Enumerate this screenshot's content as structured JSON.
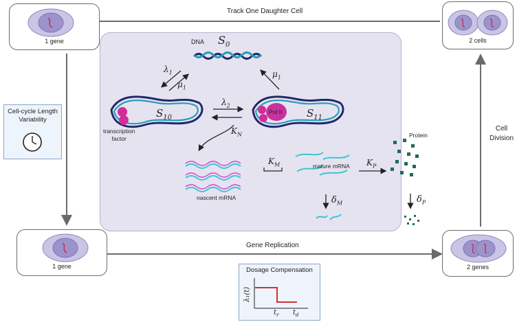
{
  "flow_labels": {
    "track_daughter": "Track One Daughter Cell",
    "gene_replication": "Gene Replication",
    "cell_division": "Cell\nDivision"
  },
  "cells": {
    "top_left": "1 gene",
    "top_right": "2 cells",
    "bottom_left": "1 gene",
    "bottom_right": "2 genes"
  },
  "variability_box": {
    "title": "Cell-cycle Length\nVariability"
  },
  "dosage_box": {
    "title": "Dosage Compensation",
    "y_axis": "λ₁(t)",
    "x_tick_1": "t",
    "x_tick_1_sub": "r",
    "x_tick_2": "t",
    "x_tick_2_sub": "d"
  },
  "states": {
    "s0": "S",
    "s0_sub": "0",
    "s10": "S",
    "s10_sub": "10",
    "s11": "S",
    "s11_sub": "11"
  },
  "labels": {
    "dna": "DNA",
    "tf": "transcription\nfactor",
    "pol2": "Pol II",
    "nascent": "nascent mRNA",
    "mature": "mature mRNA",
    "protein": "Protein"
  },
  "rates": {
    "lambda1": "λ",
    "lambda1_sub": "1",
    "mu1_left": "μ",
    "mu1_left_sub": "1",
    "mu1_right": "μ",
    "mu1_right_sub": "1",
    "lambda2": "λ",
    "lambda2_sub": "2",
    "kn": "K",
    "kn_sub": "N",
    "km": "K",
    "km_sub": "M",
    "kp": "K",
    "kp_sub": "P",
    "dm": "δ",
    "dm_sub": "M",
    "dp": "δ",
    "dp_sub": "P"
  },
  "colors": {
    "dna_dark": "#1f2a6b",
    "dna_light": "#2a9bb8",
    "mrna_cyan": "#3bc5d6",
    "nascent_pink": "#cc5bd8",
    "protein_teal": "#1f6b5e",
    "tf_magenta": "#d42c9a",
    "cell_fill": "#c9c5e6",
    "nucleus_fill": "#9c93cc",
    "gene_red": "#c0243a",
    "dosage_red": "#d32f2f"
  }
}
